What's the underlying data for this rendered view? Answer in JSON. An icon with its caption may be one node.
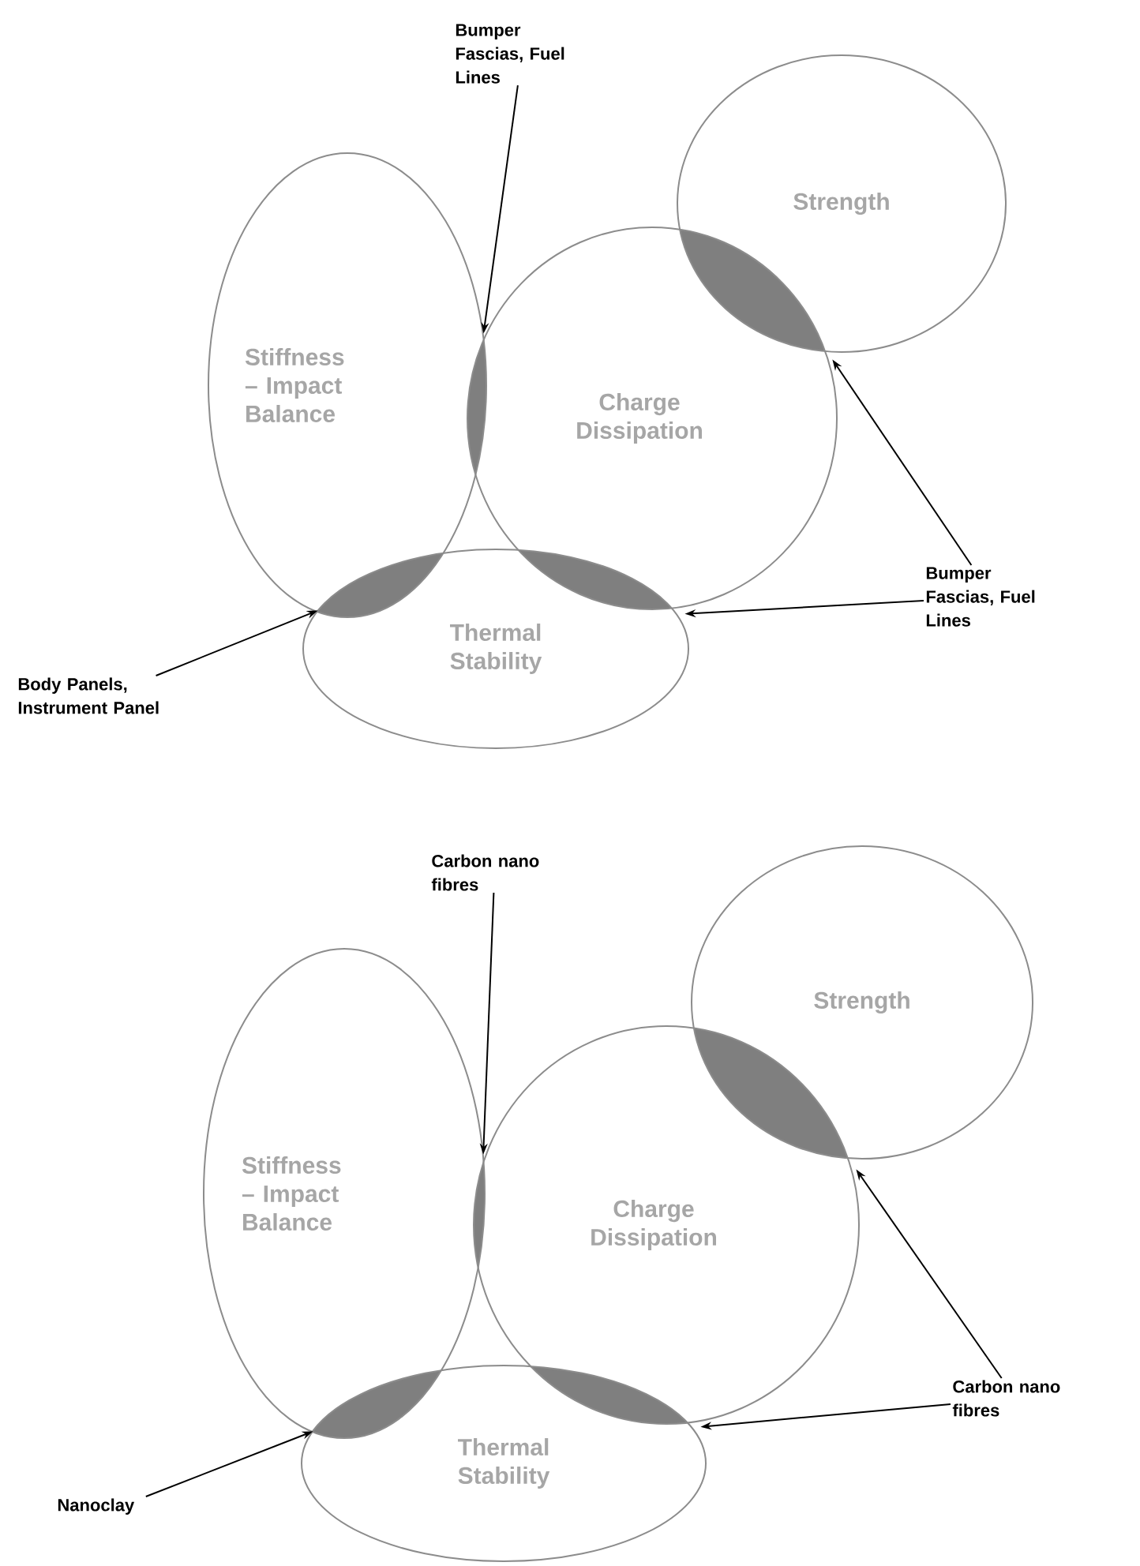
{
  "diagram": {
    "nodes": [
      {
        "text": [
          "Stiffness – Impact Balance"
        ]
      },
      {
        "text": [
          "Charge Dissipation"
        ]
      },
      {
        "text": [
          "Strength"
        ]
      },
      {
        "text": [
          "Thermal Stability"
        ]
      },
      {
        "text": [],
        "shape": "lens"
      },
      {
        "text": [],
        "shape": "lens"
      },
      {
        "text": [],
        "shape": "lens"
      },
      {
        "text": [],
        "shape": "lens"
      },
      {
        "text": [
          "Bumper Fascias, Fuel Lines"
        ]
      },
      {
        "text": [
          "Bumper Fascias, Fuel Lines"
        ]
      },
      {
        "text": [
          "Body Panels, Instrument Panel"
        ]
      },
      {
        "text": [
          "Stiffness – Impact Balance"
        ]
      },
      {
        "text": [
          "Charge Dissipation"
        ]
      },
      {
        "text": [
          "Strength"
        ]
      },
      {
        "text": [
          "Thermal Stability"
        ]
      },
      {
        "text": [],
        "shape": "lens"
      },
      {
        "text": [],
        "shape": "lens"
      },
      {
        "text": [],
        "shape": "lens"
      },
      {
        "text": [],
        "shape": "lens"
      },
      {
        "text": [
          "Carbon nano fibres"
        ]
      },
      {
        "text": [
          "Carbon nano fibres"
        ]
      },
      {
        "text": [
          "Nanoclay"
        ]
      }
    ],
    "edges": [
      {
        "from": 8,
        "to": 4,
        "arrow": "to"
      },
      {
        "from": 9,
        "to": 5,
        "arrow": "to"
      },
      {
        "from": 9,
        "to": 7,
        "arrow": "to"
      },
      {
        "from": 10,
        "to": 6,
        "arrow": "to"
      },
      {
        "from": 19,
        "to": 15,
        "arrow": "to"
      },
      {
        "from": 20,
        "to": 16,
        "arrow": "to"
      },
      {
        "from": 20,
        "to": 18,
        "arrow": "to"
      },
      {
        "from": 21,
        "to": 17,
        "arrow": "to"
      }
    ]
  }
}
